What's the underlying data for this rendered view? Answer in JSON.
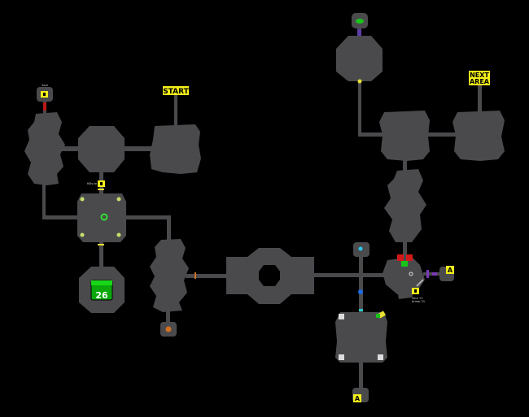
{
  "map": {
    "labels": {
      "start": "START",
      "next_area_line1": "NEXT",
      "next_area_line2": "AREA",
      "exit_a_right": "A",
      "exit_a_bottom": "A"
    },
    "small_text": {
      "item_top_left": "Soul",
      "item_left_mid": "Kills to",
      "item_right_line1": "Soul +1",
      "item_right_line2": "Armor 21"
    },
    "counter": "26",
    "colors": {
      "room": "#4a4a4d",
      "corridor": "#4a4a4d",
      "background": "#000000",
      "label_bg": "#f3ef1a",
      "accent_green": "#19c419",
      "accent_red": "#d21818"
    }
  }
}
